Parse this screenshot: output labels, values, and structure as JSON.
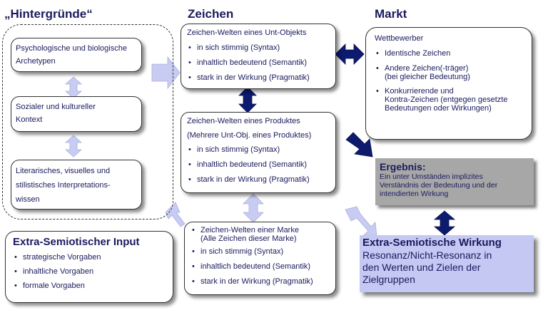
{
  "headings": {
    "hintergruende": "„Hintergründe“",
    "zeichen": "Zeichen",
    "markt": "Markt"
  },
  "left": {
    "box1": [
      "Psychologische und biologische",
      "Archetypen"
    ],
    "box2": [
      "Sozialer und kultureller",
      "Kontext"
    ],
    "box3": [
      "Literarisches, visuelles und",
      "stilistisches Interpretations-",
      "wissen"
    ]
  },
  "zeichen": {
    "box1": {
      "title": "Zeichen-Welten eines Unt-Objekts",
      "items": [
        "in sich stimmig (Syntax)",
        "inhaltlich bedeutend (Semantik)",
        "stark in der Wirkung (Pragmatik)"
      ]
    },
    "box2": {
      "title": "Zeichen-Welten eines Produktes",
      "subtitle": "(Mehrere Unt-Obj. eines Produktes)",
      "items": [
        "in sich stimmig (Syntax)",
        "inhaltlich bedeutend (Semantik)",
        "stark in der Wirkung (Pragmatik)"
      ]
    },
    "box3": {
      "items": [
        "Zeichen-Welten einer Marke\n(Alle Zeichen dieser Marke)",
        "in sich stimmig (Syntax)",
        "inhaltlich bedeutend (Semantik)",
        "stark in der Wirkung (Pragmatik)"
      ]
    }
  },
  "markt": {
    "title": "Wettbewerber",
    "items": [
      "Identische Zeichen",
      "Andere Zeichen(-träger)\n(bei gleicher Bedeutung)",
      "Konkurrierende und\nKontra-Zeichen (entgegen gesetzte\nBedeutungen oder Wirkungen)"
    ]
  },
  "ergebnis": {
    "title": "Ergebnis:",
    "text": "Ein unter Umständen implizites\nVerständnis der Bedeutung und der\nintendierten Wirkung"
  },
  "extra_input": {
    "title": "Extra-Semiotischer Input",
    "items": [
      "strategische Vorgaben",
      "inhaltliche Vorgaben",
      "formale Vorgaben"
    ]
  },
  "extra_wirkung": {
    "title": "Extra-Semiotische Wirkung",
    "text": "Resonanz/Nicht-Resonanz in\nden Werten und Zielen der\nZielgruppen"
  },
  "colors": {
    "navy": "#1a1a5e",
    "dark_arrow": "#0d1a6e",
    "light_arrow": "#c8ccf2",
    "result_bg": "#a7a7a7",
    "wirkung_bg": "#c5c8f2"
  }
}
